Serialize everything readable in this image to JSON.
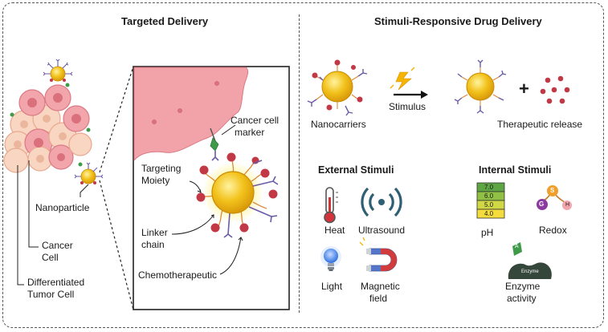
{
  "left_panel": {
    "title": "Targeted Delivery",
    "labels": {
      "nanoparticle": "Nanoparticle",
      "cancer_cell_line1": "Cancer",
      "cancer_cell_line2": "Cell",
      "diff_cell_line1": "Differentiated",
      "diff_cell_line2": "Tumor Cell"
    },
    "zoom": {
      "cancer_marker_line1": "Cancer cell",
      "cancer_marker_line2": "marker",
      "targeting_line1": "Targeting",
      "targeting_line2": "Moiety",
      "linker_line1": "Linker",
      "linker_line2": "chain",
      "chemo": "Chemotherapeutic"
    }
  },
  "right_panel": {
    "title": "Stimuli-Responsive Drug Delivery",
    "flow": {
      "nanocarriers": "Nanocarriers",
      "stimulus": "Stimulus",
      "plus": "+",
      "release": "Therapeutic release"
    },
    "external": {
      "title": "External Stimuli",
      "heat": "Heat",
      "ultrasound": "Ultrasound",
      "light": "Light",
      "magnetic_line1": "Magnetic",
      "magnetic_line2": "field"
    },
    "internal": {
      "title": "Internal Stimuli",
      "ph_scale": [
        "7.0",
        "6.0",
        "5.0",
        "4.0"
      ],
      "ph": "pH",
      "redox": "Redox",
      "redox_letters": [
        "G",
        "S",
        "H"
      ],
      "enzyme_letter": "A",
      "enzyme_tag": "Enzyme",
      "enzyme_line1": "Enzyme",
      "enzyme_line2": "activity"
    }
  },
  "colors": {
    "gold": "#f2c21b",
    "cell_pink": "#f3a5ac",
    "cell_peach": "#f8d6c2",
    "drug_red": "#c23844",
    "antibody_purple": "#6b5aa6",
    "tissue_pink": "#f2a3a9",
    "green_marker": "#3f9b4a",
    "ultrasound_blue": "#2f5f75"
  }
}
